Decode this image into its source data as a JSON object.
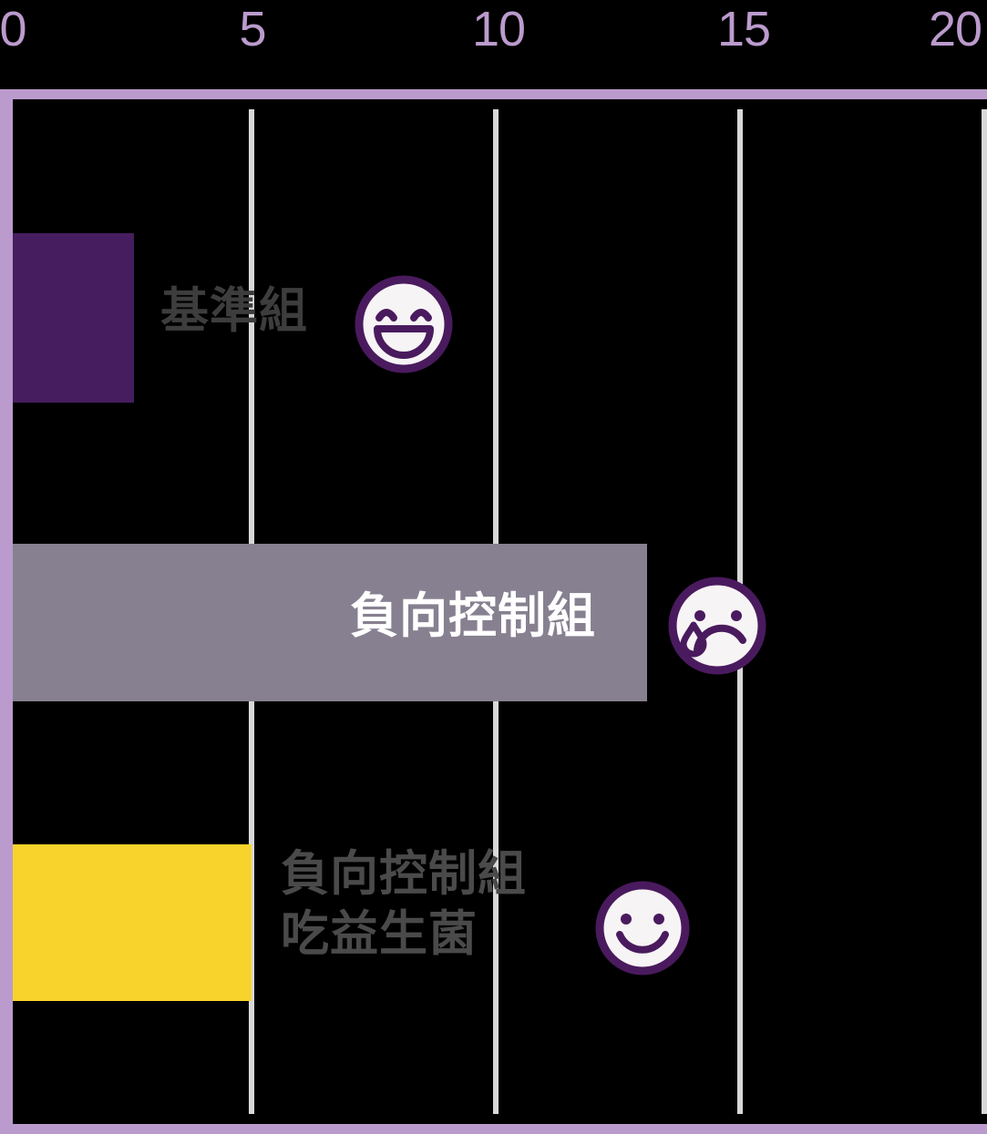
{
  "chart_data": {
    "type": "bar",
    "orientation": "horizontal",
    "title": "",
    "xlabel": "",
    "ylabel": "",
    "xlim": [
      0,
      20
    ],
    "xticks": [
      "0",
      "5",
      "10",
      "15",
      "20"
    ],
    "xtick_values": [
      0,
      5,
      10,
      15,
      20
    ],
    "grid": true,
    "legend": "none",
    "background": "#000000",
    "categories": [
      "基準組",
      "負向控制組",
      "負向控制組\n吃益生菌"
    ],
    "values": [
      2.6,
      13.1,
      5.0
    ],
    "bars": [
      {
        "label": "基準組",
        "value": 2.6,
        "color": "#461D5E",
        "label_color": "#3d3d3d",
        "label_inside": false,
        "face": "happy-open-smile-icon"
      },
      {
        "label": "負向控制組",
        "value": 13.1,
        "color": "#878090",
        "label_color": "#ffffff",
        "label_inside": true,
        "face": "crying-sad-face-icon"
      },
      {
        "label": "負向控制組\n吃益生菌",
        "value": 5.0,
        "color": "#F7D32B",
        "label_color": "#4a4a4a",
        "label_inside": false,
        "face": "smiley-face-icon"
      }
    ]
  },
  "colors": {
    "axis": "#bb9bcd",
    "gridline": "#d8d8d8",
    "background": "#000000",
    "bar_baseline": "#461D5E",
    "bar_negative_control": "#878090",
    "bar_probiotic": "#F7D32B",
    "face_outline": "#4a1a5e",
    "face_fill": "#f7f4f5",
    "label_light": "#3d3d3d",
    "label_white": "#ffffff"
  },
  "axis": {
    "ticks": [
      {
        "label": "0",
        "value": 0
      },
      {
        "label": "5",
        "value": 5
      },
      {
        "label": "10",
        "value": 10
      },
      {
        "label": "15",
        "value": 15
      },
      {
        "label": "20",
        "value": 20
      }
    ]
  },
  "faces": {
    "happy": "happy-open-smile-icon",
    "sad": "crying-sad-face-icon",
    "neutral_smile": "smiley-face-icon"
  }
}
